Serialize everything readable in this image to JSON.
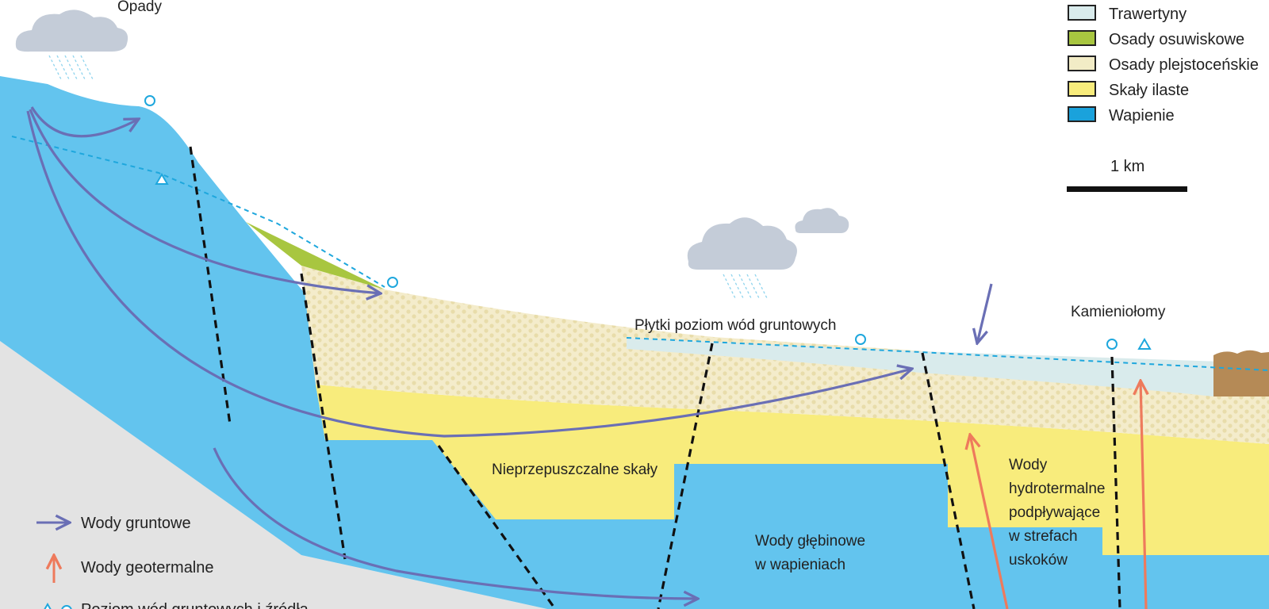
{
  "labels": {
    "rain_top": "Opady",
    "shallow_water": "Płytki poziom wód gruntowych",
    "quarries": "Kamieniołomy",
    "impermeable": "Nieprzepuszczalne skały",
    "deep_water": [
      "Wody głębinowe",
      "w wapieniach"
    ],
    "hydrothermal": [
      "Wody",
      "hydrotermalne",
      "podpływające",
      "w strefach",
      "uskoków"
    ]
  },
  "legend_layers": [
    {
      "label": "Trawertyny",
      "color": "#d9ebec"
    },
    {
      "label": "Osady osuwiskowe",
      "color": "#a8c640"
    },
    {
      "label": "Osady plejstoceńskie",
      "color": "#f2ecc6"
    },
    {
      "label": "Skały ilaste",
      "color": "#f8ec7c"
    },
    {
      "label": "Wapienie",
      "color": "#1aa2dc"
    }
  ],
  "scale_label": "1 km",
  "legend_lines": {
    "groundwater": "Wody gruntowe",
    "geothermal": "Wody geotermalne",
    "water_level": "Poziom wód gruntowych i źródła"
  },
  "colors": {
    "limestone": "#63c4ee",
    "clay": "#f8ec7c",
    "pleistocene": "#f2ecc6",
    "landslide": "#a8c640",
    "travertine": "#d9ebec",
    "bedrock": "#e3e3e3",
    "groundwater_arrow": "#6a6fb5",
    "geothermal_arrow": "#ee7a5c",
    "water_level": "#1ea7dd"
  }
}
